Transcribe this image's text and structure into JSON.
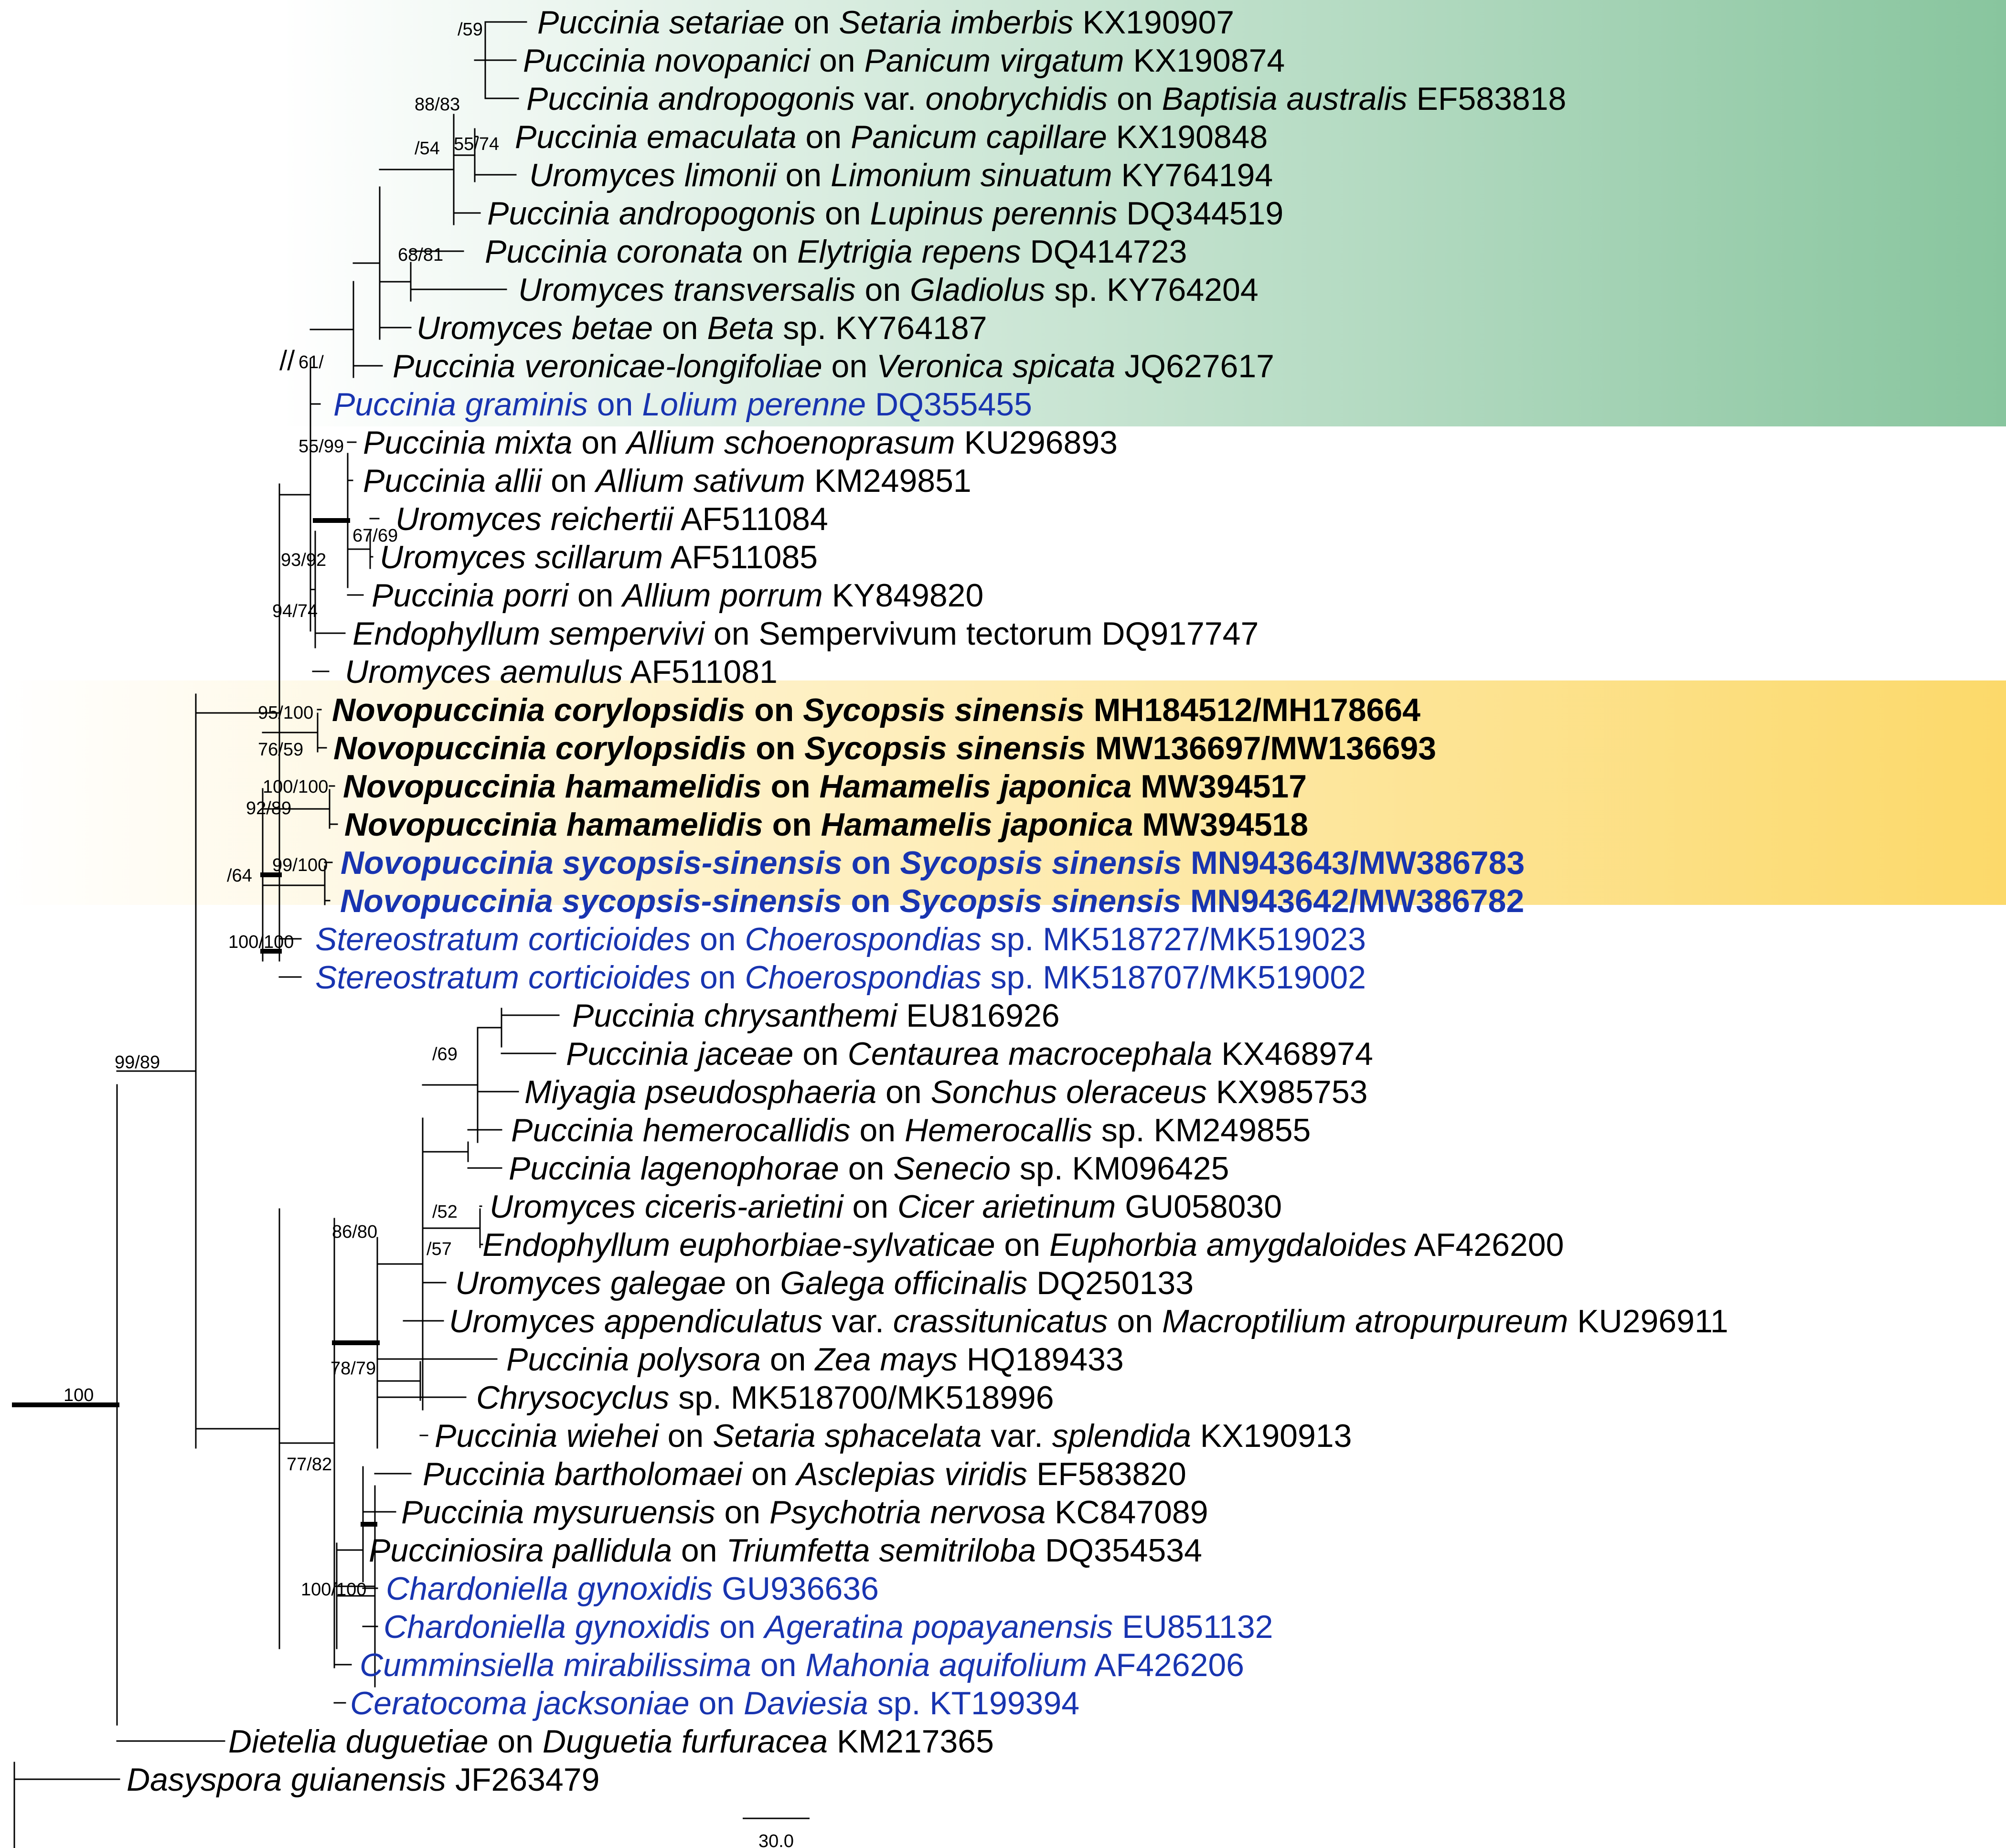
{
  "colors": {
    "text": "#000000",
    "blue_taxa": "#1834b0",
    "highlight_green": "#88c59e",
    "highlight_yellow": "#fcd96a"
  },
  "tree": {
    "scale_bar_label": "30.0",
    "tips": [
      {
        "parts": [
          [
            "i",
            "Puccinia setariae"
          ],
          [
            "r",
            " on "
          ],
          [
            "i",
            "Setaria imberbis"
          ],
          [
            "r",
            " KX190907"
          ]
        ],
        "blue": false,
        "bold": false
      },
      {
        "parts": [
          [
            "i",
            "Puccinia novopanici"
          ],
          [
            "r",
            " on "
          ],
          [
            "i",
            "Panicum virgatum"
          ],
          [
            "r",
            " KX190874"
          ]
        ],
        "blue": false,
        "bold": false
      },
      {
        "parts": [
          [
            "i",
            "Puccinia andropogonis"
          ],
          [
            "r",
            " var. "
          ],
          [
            "i",
            "onobrychidis"
          ],
          [
            "r",
            " on "
          ],
          [
            "i",
            "Baptisia australis"
          ],
          [
            "r",
            " EF583818"
          ]
        ],
        "blue": false,
        "bold": false
      },
      {
        "parts": [
          [
            "i",
            "Puccinia emaculata"
          ],
          [
            "r",
            " on "
          ],
          [
            "i",
            "Panicum capillare"
          ],
          [
            "r",
            " KX190848"
          ]
        ],
        "blue": false,
        "bold": false
      },
      {
        "parts": [
          [
            "i",
            "Uromyces limonii"
          ],
          [
            "r",
            " on "
          ],
          [
            "i",
            "Limonium sinuatum"
          ],
          [
            "r",
            " KY764194"
          ]
        ],
        "blue": false,
        "bold": false
      },
      {
        "parts": [
          [
            "i",
            "Puccinia andropogonis"
          ],
          [
            "r",
            " on "
          ],
          [
            "i",
            "Lupinus perennis"
          ],
          [
            "r",
            " DQ344519"
          ]
        ],
        "blue": false,
        "bold": false
      },
      {
        "parts": [
          [
            "i",
            "Puccinia coronata"
          ],
          [
            "r",
            " on "
          ],
          [
            "i",
            "Elytrigia repens"
          ],
          [
            "r",
            " DQ414723"
          ]
        ],
        "blue": false,
        "bold": false
      },
      {
        "parts": [
          [
            "i",
            "Uromyces transversalis"
          ],
          [
            "r",
            " on "
          ],
          [
            "i",
            "Gladiolus"
          ],
          [
            "r",
            " sp. KY764204"
          ]
        ],
        "blue": false,
        "bold": false
      },
      {
        "parts": [
          [
            "i",
            "Uromyces betae"
          ],
          [
            "r",
            " on "
          ],
          [
            "i",
            "Beta"
          ],
          [
            "r",
            " sp. KY764187"
          ]
        ],
        "blue": false,
        "bold": false
      },
      {
        "parts": [
          [
            "i",
            "Puccinia veronicae-longifoliae"
          ],
          [
            "r",
            " on "
          ],
          [
            "i",
            "Veronica spicata"
          ],
          [
            "r",
            " JQ627617"
          ]
        ],
        "blue": false,
        "bold": false
      },
      {
        "parts": [
          [
            "i",
            "Puccinia graminis"
          ],
          [
            "r",
            " on "
          ],
          [
            "i",
            "Lolium perenne"
          ],
          [
            "r",
            " DQ355455"
          ]
        ],
        "blue": true,
        "bold": false
      },
      {
        "parts": [
          [
            "i",
            "Puccinia mixta"
          ],
          [
            "r",
            " on "
          ],
          [
            "i",
            "Allium schoenoprasum"
          ],
          [
            "r",
            " KU296893"
          ]
        ],
        "blue": false,
        "bold": false
      },
      {
        "parts": [
          [
            "i",
            "Puccinia allii"
          ],
          [
            "r",
            " on "
          ],
          [
            "i",
            "Allium sativum"
          ],
          [
            "r",
            " KM249851"
          ]
        ],
        "blue": false,
        "bold": false
      },
      {
        "parts": [
          [
            "i",
            "Uromyces reichertii"
          ],
          [
            "r",
            " AF511084"
          ]
        ],
        "blue": false,
        "bold": false
      },
      {
        "parts": [
          [
            "i",
            "Uromyces scillarum"
          ],
          [
            "r",
            " AF511085"
          ]
        ],
        "blue": false,
        "bold": false
      },
      {
        "parts": [
          [
            "i",
            "Puccinia porri"
          ],
          [
            "r",
            " on "
          ],
          [
            "i",
            "Allium porrum"
          ],
          [
            "r",
            " KY849820"
          ]
        ],
        "blue": false,
        "bold": false
      },
      {
        "parts": [
          [
            "i",
            "Endophyllum sempervivi"
          ],
          [
            "r",
            " on Sempervivum tectorum DQ917747"
          ]
        ],
        "blue": false,
        "bold": false
      },
      {
        "parts": [
          [
            "i",
            "Uromyces aemulus"
          ],
          [
            "r",
            " AF511081"
          ]
        ],
        "blue": false,
        "bold": false
      },
      {
        "parts": [
          [
            "i",
            "Novopuccinia corylopsidis"
          ],
          [
            "r",
            " on "
          ],
          [
            "i",
            "Sycopsis sinensis"
          ],
          [
            "r",
            " MH184512/MH178664"
          ]
        ],
        "blue": false,
        "bold": true
      },
      {
        "parts": [
          [
            "i",
            "Novopuccinia corylopsidis"
          ],
          [
            "r",
            " on "
          ],
          [
            "i",
            "Sycopsis sinensis"
          ],
          [
            "r",
            " MW136697/MW136693"
          ]
        ],
        "blue": false,
        "bold": true
      },
      {
        "parts": [
          [
            "i",
            "Novopuccinia hamamelidis"
          ],
          [
            "r",
            "  on "
          ],
          [
            "i",
            "Hamamelis japonica"
          ],
          [
            "r",
            " MW394517"
          ]
        ],
        "blue": false,
        "bold": true
      },
      {
        "parts": [
          [
            "i",
            "Novopuccinia hamamelidis"
          ],
          [
            "r",
            "  on "
          ],
          [
            "i",
            "Hamamelis japonica"
          ],
          [
            "r",
            " MW394518"
          ]
        ],
        "blue": false,
        "bold": true
      },
      {
        "parts": [
          [
            "i",
            "Novopuccinia sycopsis-sinensis"
          ],
          [
            "r",
            " on "
          ],
          [
            "i",
            "Sycopsis sinensis"
          ],
          [
            "r",
            " MN943643/MW386783"
          ]
        ],
        "blue": true,
        "bold": true
      },
      {
        "parts": [
          [
            "i",
            "Novopuccinia sycopsis-sinensis"
          ],
          [
            "r",
            " on "
          ],
          [
            "i",
            "Sycopsis sinensis"
          ],
          [
            "r",
            " MN943642/MW386782"
          ]
        ],
        "blue": true,
        "bold": true
      },
      {
        "parts": [
          [
            "i",
            "Stereostratum corticioides"
          ],
          [
            "r",
            " on "
          ],
          [
            "i",
            "Choerospondias"
          ],
          [
            "r",
            " sp. MK518727/MK519023"
          ]
        ],
        "blue": true,
        "bold": false
      },
      {
        "parts": [
          [
            "i",
            "Stereostratum corticioides"
          ],
          [
            "r",
            " on "
          ],
          [
            "i",
            "Choerospondias"
          ],
          [
            "r",
            " sp. MK518707/MK519002"
          ]
        ],
        "blue": true,
        "bold": false
      },
      {
        "parts": [
          [
            "i",
            "Puccinia chrysanthemi"
          ],
          [
            "r",
            " EU816926"
          ]
        ],
        "blue": false,
        "bold": false
      },
      {
        "parts": [
          [
            "i",
            "Puccinia jaceae"
          ],
          [
            "r",
            " on "
          ],
          [
            "i",
            "Centaurea macrocephala"
          ],
          [
            "r",
            " KX468974"
          ]
        ],
        "blue": false,
        "bold": false
      },
      {
        "parts": [
          [
            "i",
            "Miyagia pseudosphaeria"
          ],
          [
            "r",
            " on "
          ],
          [
            "i",
            "Sonchus oleraceus"
          ],
          [
            "r",
            " KX985753"
          ]
        ],
        "blue": false,
        "bold": false
      },
      {
        "parts": [
          [
            "i",
            "Puccinia hemerocallidis"
          ],
          [
            "r",
            " on "
          ],
          [
            "i",
            "Hemerocallis"
          ],
          [
            "r",
            " sp. KM249855"
          ]
        ],
        "blue": false,
        "bold": false
      },
      {
        "parts": [
          [
            "i",
            "Puccinia lagenophorae"
          ],
          [
            "r",
            " on "
          ],
          [
            "i",
            "Senecio"
          ],
          [
            "r",
            " sp. KM096425"
          ]
        ],
        "blue": false,
        "bold": false
      },
      {
        "parts": [
          [
            "i",
            "Uromyces ciceris-arietini"
          ],
          [
            "r",
            " on "
          ],
          [
            "i",
            "Cicer arietinum"
          ],
          [
            "r",
            " GU058030"
          ]
        ],
        "blue": false,
        "bold": false
      },
      {
        "parts": [
          [
            "i",
            "Endophyllum euphorbiae-sylvaticae"
          ],
          [
            "r",
            " on "
          ],
          [
            "i",
            "Euphorbia amygdaloides"
          ],
          [
            "r",
            " AF426200"
          ]
        ],
        "blue": false,
        "bold": false
      },
      {
        "parts": [
          [
            "i",
            "Uromyces galegae"
          ],
          [
            "r",
            " on "
          ],
          [
            "i",
            "Galega officinalis"
          ],
          [
            "r",
            " DQ250133"
          ]
        ],
        "blue": false,
        "bold": false
      },
      {
        "parts": [
          [
            "i",
            "Uromyces appendiculatus"
          ],
          [
            "r",
            " var. "
          ],
          [
            "i",
            "crassitunicatus"
          ],
          [
            "r",
            " on "
          ],
          [
            "i",
            "Macroptilium atropurpureum"
          ],
          [
            "r",
            " KU296911"
          ]
        ],
        "blue": false,
        "bold": false
      },
      {
        "parts": [
          [
            "i",
            "Puccinia polysora"
          ],
          [
            "r",
            " on "
          ],
          [
            "i",
            "Zea mays"
          ],
          [
            "r",
            " HQ189433"
          ]
        ],
        "blue": false,
        "bold": false
      },
      {
        "parts": [
          [
            "i",
            "Chrysocyclus"
          ],
          [
            "r",
            " sp.  MK518700/MK518996"
          ]
        ],
        "blue": false,
        "bold": false
      },
      {
        "parts": [
          [
            "i",
            "Puccinia wiehei"
          ],
          [
            "r",
            " on "
          ],
          [
            "i",
            "Setaria sphacelata"
          ],
          [
            "r",
            " var. "
          ],
          [
            "i",
            "splendida"
          ],
          [
            "r",
            " KX190913"
          ]
        ],
        "blue": false,
        "bold": false
      },
      {
        "parts": [
          [
            "i",
            "Puccinia bartholomaei"
          ],
          [
            "r",
            " on "
          ],
          [
            "i",
            "Asclepias viridis"
          ],
          [
            "r",
            " EF583820"
          ]
        ],
        "blue": false,
        "bold": false
      },
      {
        "parts": [
          [
            "i",
            "Puccinia mysuruensis"
          ],
          [
            "r",
            " on "
          ],
          [
            "i",
            "Psychotria nervosa"
          ],
          [
            "r",
            " KC847089"
          ]
        ],
        "blue": false,
        "bold": false
      },
      {
        "parts": [
          [
            "i",
            "Pucciniosira pallidula"
          ],
          [
            "r",
            " on "
          ],
          [
            "i",
            "Triumfetta semitriloba"
          ],
          [
            "r",
            " DQ354534"
          ]
        ],
        "blue": false,
        "bold": false
      },
      {
        "parts": [
          [
            "i",
            "Chardoniella gynoxidis"
          ],
          [
            "r",
            " GU936636"
          ]
        ],
        "blue": true,
        "bold": false
      },
      {
        "parts": [
          [
            "i",
            "Chardoniella gynoxidis"
          ],
          [
            "r",
            " on "
          ],
          [
            "i",
            "Ageratina popayanensis"
          ],
          [
            "r",
            " EU851132"
          ]
        ],
        "blue": true,
        "bold": false
      },
      {
        "parts": [
          [
            "i",
            "Cumminsiella mirabilissima"
          ],
          [
            "r",
            " on "
          ],
          [
            "i",
            "Mahonia aquifolium"
          ],
          [
            "r",
            " AF426206"
          ]
        ],
        "blue": true,
        "bold": false
      },
      {
        "parts": [
          [
            "i",
            "Ceratocoma jacksoniae"
          ],
          [
            "r",
            " on "
          ],
          [
            "i",
            "Daviesia"
          ],
          [
            "r",
            " sp. KT199394"
          ]
        ],
        "blue": true,
        "bold": false
      },
      {
        "parts": [
          [
            "i",
            "Dietelia duguetiae"
          ],
          [
            "r",
            " on "
          ],
          [
            "i",
            "Duguetia furfuracea"
          ],
          [
            "r",
            " KM217365"
          ]
        ],
        "blue": false,
        "bold": false
      },
      {
        "parts": [
          [
            "i",
            "Dasyspora guianensis"
          ],
          [
            "r",
            " JF263479"
          ]
        ],
        "blue": false,
        "bold": false
      }
    ],
    "support_values": [
      "/59",
      "88/83",
      "/54",
      "55/74",
      "68/81",
      "61/",
      "55/99",
      "93/92",
      "67/69",
      "94/74",
      "95/100",
      "76/59",
      "100/100",
      "92/89",
      "99/100",
      "/64",
      "100/100",
      "99/89",
      "/69",
      "/52",
      "/57",
      "86/80",
      "78/79",
      "100",
      "77/82",
      "100/100"
    ]
  }
}
